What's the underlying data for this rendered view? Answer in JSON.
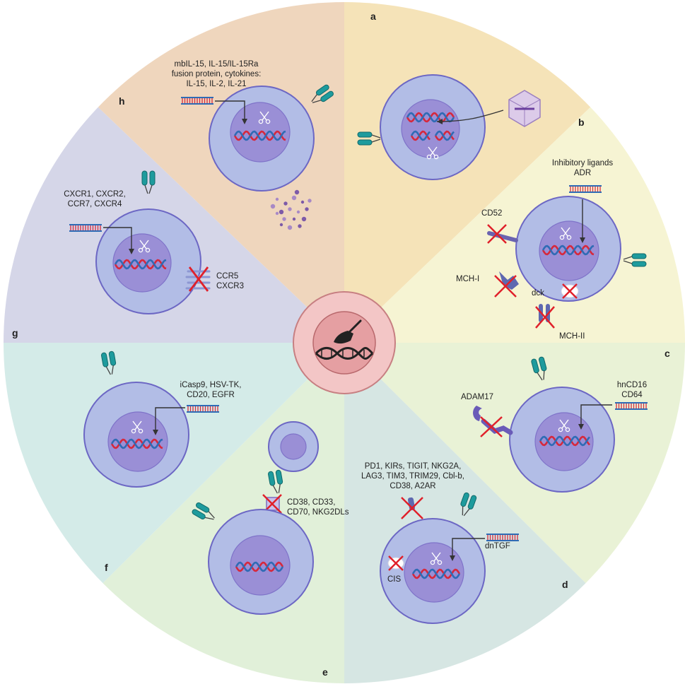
{
  "colors": {
    "a": "#f5e3b8",
    "b": "#f6f4d3",
    "c": "#e9f2d6",
    "d": "#d6e6e3",
    "e": "#e1f0d9",
    "f": "#d4ebe8",
    "g": "#d5d6e8",
    "h": "#efd6bd",
    "cell": "#b2bde6",
    "cell_edge": "#6c67c4",
    "nucleus": "#9a8fd6",
    "dna_red": "#d6283c",
    "dna_blue": "#2f6bb5",
    "receptor": "#1e9b9d",
    "cross": "#e0202a",
    "center": "#f3c6c6",
    "center_inner": "#e59fa2"
  },
  "panels": {
    "a": {
      "letter": "a"
    },
    "b": {
      "letter": "b",
      "lines": [
        "Inhibitory ligands",
        "ADR"
      ],
      "cd52": "CD52",
      "mch1": "MCH-I",
      "dck": "dck",
      "mch2": "MCH-II"
    },
    "c": {
      "letter": "c",
      "lines": [
        "hnCD16",
        "CD64"
      ],
      "adam": "ADAM17"
    },
    "d": {
      "letter": "d",
      "lines": [
        "PD1, KIRs, TIGIT, NKG2A,",
        "LAG3, TIM3, TRIM29, Cbl-b,",
        "CD38, A2AR"
      ],
      "dntgf": "dnTGF",
      "cis": "CIS"
    },
    "e": {
      "letter": "e",
      "lines": [
        "CD38, CD33,",
        "CD70, NKG2DLs"
      ]
    },
    "f": {
      "letter": "f",
      "lines": [
        "iCasp9, HSV-TK,",
        "CD20, EGFR"
      ]
    },
    "g": {
      "letter": "g",
      "lines": [
        "CXCR1, CXCR2,",
        "CCR7, CXCR4"
      ],
      "ko_lines": [
        "CCR5",
        "CXCR3"
      ]
    },
    "h": {
      "letter": "h",
      "lines": [
        "mbIL-15, IL-15/IL-15Ra",
        "fusion protein, cytokines:",
        "IL-15, IL-2, IL-21"
      ]
    }
  }
}
